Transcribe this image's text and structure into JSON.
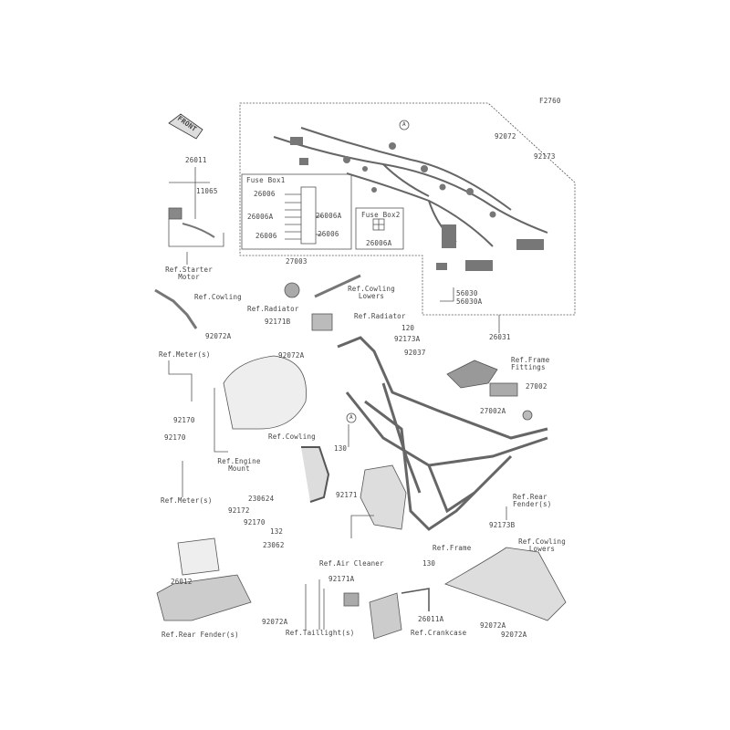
{
  "diagram_code": "F2760",
  "front_arrow": "FRONT",
  "colors": {
    "line": "#555555",
    "part": "#8a8a8a",
    "background": "#ffffff"
  },
  "fuse_box1": {
    "title": "Fuse Box1",
    "a": "26006",
    "b": "26006A",
    "c": "26006A",
    "d": "26006",
    "e": "26006"
  },
  "fuse_box2": {
    "title": "Fuse Box2",
    "a": "26006A"
  },
  "circle_a": "A",
  "labels": {
    "p92072": "92072",
    "p92173": "92173",
    "p26011": "26011",
    "p11065": "11065",
    "p56030": "56030",
    "p56030a": "56030A",
    "ref_starter": "Ref.Starter\nMotor",
    "p27003": "27003",
    "ref_cowling_lowers1": "Ref.Cowling\nLowers",
    "ref_cowling1": "Ref.Cowling",
    "ref_radiator1": "Ref.Radiator",
    "ref_radiator2": "Ref.Radiator",
    "p92171b": "92171B",
    "p92072a_1": "92072A",
    "p120": "120",
    "p92173a": "92173A",
    "p92037": "92037",
    "p92072a_2": "92072A",
    "p26031": "26031",
    "ref_frame_fittings": "Ref.Frame\nFittings",
    "ref_meter1": "Ref.Meter(s)",
    "p27002": "27002",
    "p27002a": "27002A",
    "p92170_1": "92170",
    "p92170_2": "92170",
    "ref_cowling2": "Ref.Cowling",
    "p130_1": "130",
    "ref_engine_mount": "Ref.Engine\nMount",
    "ref_rear_fender1": "Ref.Rear\nFender(s)",
    "ref_meter2": "Ref.Meter(s)",
    "p230624": "230624",
    "p92171": "92171",
    "p92172": "92172",
    "p92170_3": "92170",
    "p132": "132",
    "p92173b": "92173B",
    "p23062": "23062",
    "ref_frame": "Ref.Frame",
    "ref_air_cleaner": "Ref.Air Cleaner",
    "ref_cowling_lowers2": "Ref.Cowling\nLowers",
    "p26012": "26012",
    "p92171a": "92171A",
    "p130_2": "130",
    "p26011a": "26011A",
    "ref_rear_fender2": "Ref.Rear Fender(s)",
    "ref_taillight": "Ref.Taillight(s)",
    "p92072a_3": "92072A",
    "ref_crankcase": "Ref.Crankcase",
    "p92072a_4": "92072A",
    "p92072a_5": "92072A"
  }
}
